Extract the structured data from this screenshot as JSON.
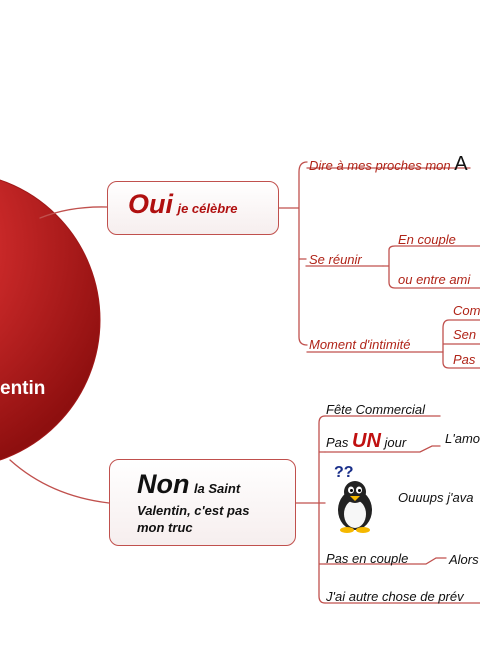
{
  "colors": {
    "accent": "#c0504d",
    "center_fill": "#b81c1c",
    "text_red": "#b02418"
  },
  "center": {
    "label_fragment": "entin"
  },
  "branches": {
    "oui": {
      "main": "Oui",
      "sub": "je célèbre",
      "children": {
        "dire": "Dire à mes proches mon",
        "dire_trailing": "A",
        "se_reunir": "Se réunir",
        "en_couple": "En couple",
        "entre_amis": "ou entre ami",
        "moment": "Moment d'intimité",
        "moment_children": [
          "Com",
          "Sen",
          "Pas"
        ]
      }
    },
    "non": {
      "main": "Non",
      "sub_line1": "la Saint",
      "sub_line2": "Valentin, c'est pas",
      "sub_line3": "mon truc",
      "children": {
        "fete": "Fête Commercial",
        "pas": "Pas",
        "un": "UN",
        "jour": "jour",
        "lamo": "L'amo",
        "ouuups": "Ouuups j'ava",
        "pas_couple": "Pas en couple",
        "alors": "Alors",
        "autre": "J'ai autre chose de prév"
      }
    }
  },
  "mascot": {
    "icon": "penguin-icon",
    "marks": "??"
  }
}
